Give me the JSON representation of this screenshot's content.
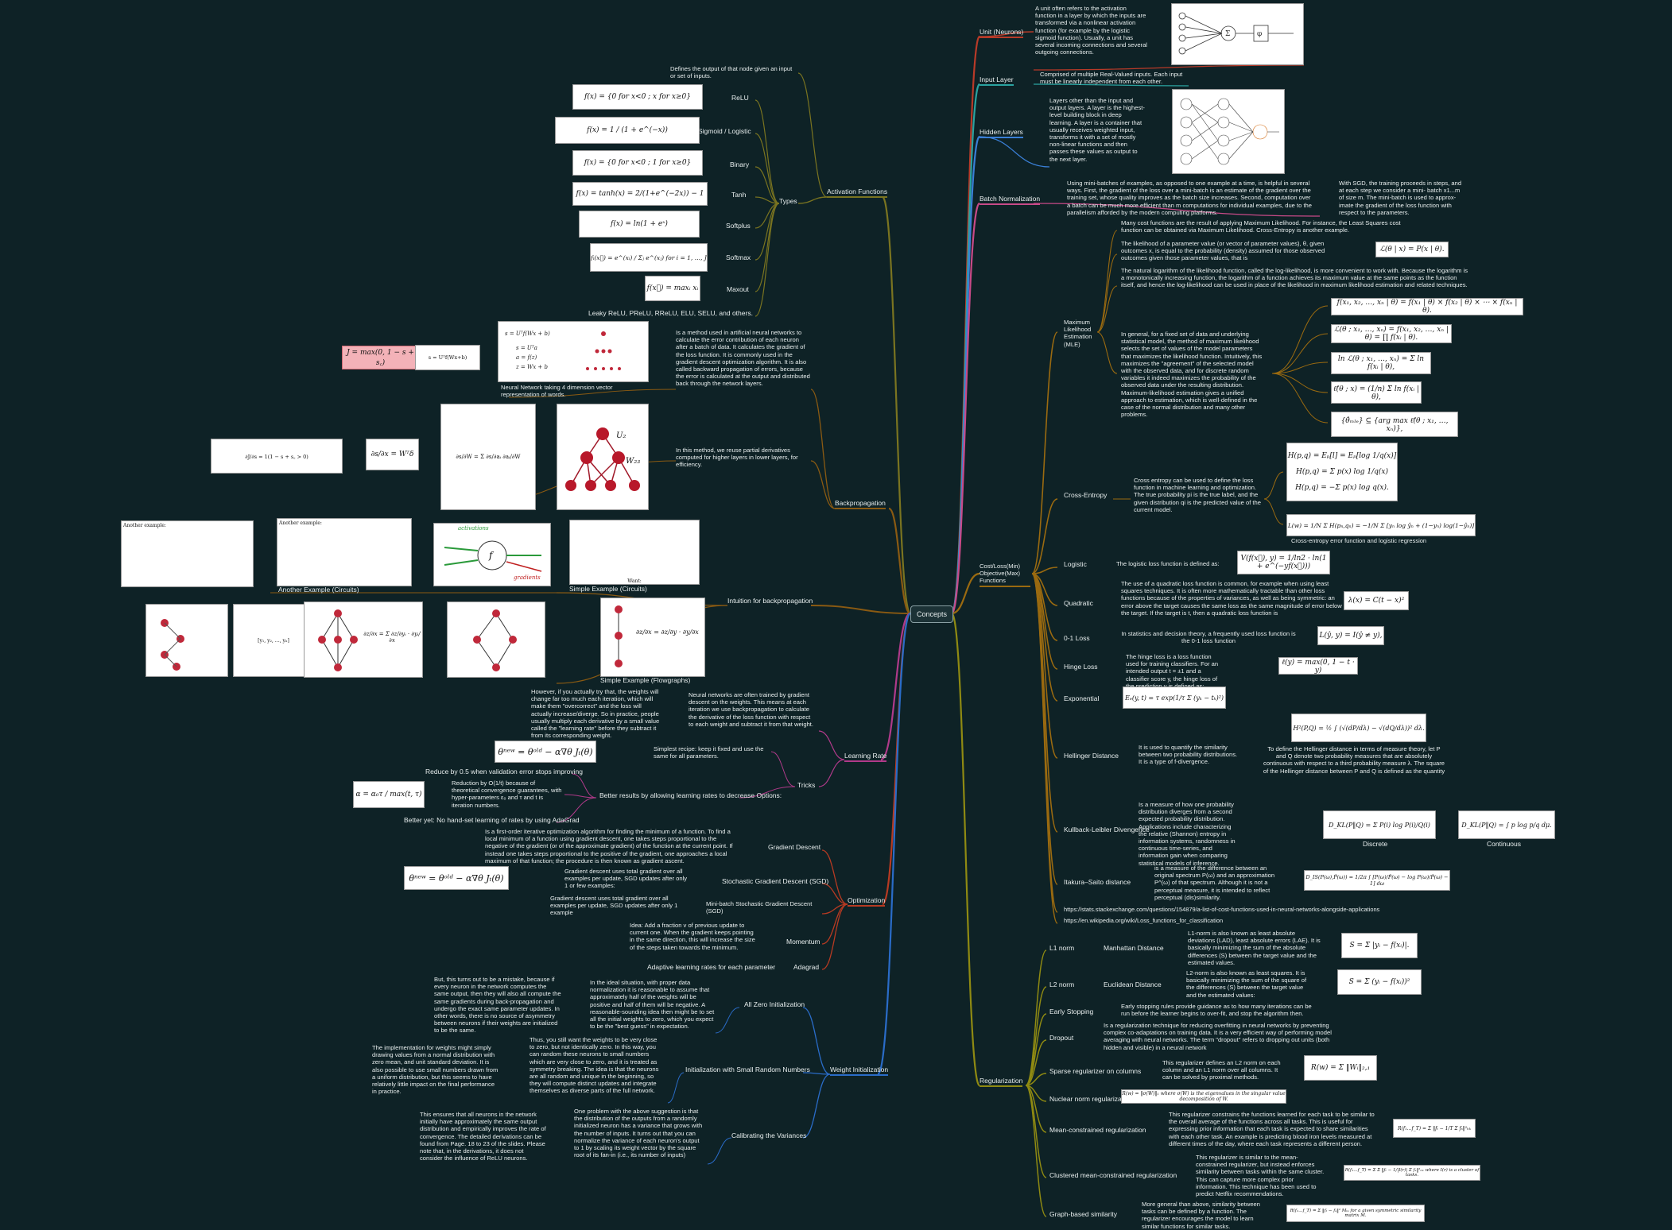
{
  "root": {
    "label": "Concepts"
  },
  "colors": {
    "background": "#0e2226",
    "unit": "#b83a28",
    "input": "#2aa3a0",
    "hidden": "#3a7fd6",
    "batch": "#c84a88",
    "cost": "#9a6a10",
    "regularization": "#8f8a12",
    "activation": "#7a7420",
    "backprop": "#8a5a12",
    "learning": "#b03a8a",
    "optimization": "#b73a22",
    "weights": "#2a6cc8"
  },
  "right": {
    "unit": {
      "label": "Unit (Neurons)",
      "desc": "A unit often refers to the activation function in a layer by which the inputs are transformed via a nonlinear activation function (for example by the logistic sigmoid function). Usually, a unit has several incoming connections and several outgoing connections."
    },
    "input": {
      "label": "Input Layer",
      "desc": "Comprised of multiple Real-Valued inputs. Each input must be linearly independent from each other."
    },
    "hidden": {
      "label": "Hidden Layers",
      "desc": "Layers other than the input and output layers. A layer is the highest-level building block in deep learning. A layer is a container that usually receives weighted input, transforms it with a set of mostly non-linear functions and then passes these values as output to the next layer."
    },
    "batch": {
      "label": "Batch Normalization",
      "desc": "Using mini-batches of examples, as opposed to one example at a time, is helpful in several ways. First, the gradient of the loss over a mini-batch is an estimate of the gradient over the training set, whose quality improves as the batch size increases. Second, computation over a batch can be much more efficient than m computations for individual examples, due to the parallelism afforded by the modern computing platforms.",
      "desc2": "With SGD, the training proceeds in steps, and at each step we consider a mini- batch x1...m of size m. The mini-batch is used to approx- imate the gradient of the loss function with respect to the parameters."
    },
    "cost": {
      "label": "Cost/Loss(Min) Objective(Max) Functions",
      "mle": {
        "label": "Maximum Likelihood Estimation (MLE)",
        "intro": "Many cost functions are the result of applying Maximum Likelihood. For instance, the Least Squares cost function can be obtained via Maximum Likelihood. Cross-Entropy is another example.",
        "likelihood": "The likelihood of a parameter value (or vector of parameter values), θ, given outcomes x, is equal to the probability (density) assumed for those observed outcomes given those parameter values, that is",
        "likelihood_eq": "ℒ(θ | x) = P(x | θ).",
        "log": "The natural logarithm of the likelihood function, called the log-likelihood, is more convenient to work with. Because the logarithm is a monotonically increasing function, the logarithm of a function achieves its maximum value at the same points as the function itself, and hence the log-likelihood can be used in place of the likelihood in maximum likelihood estimation and related techniques.",
        "general": "In general, for a fixed set of data and underlying statistical model, the method of maximum likelihood selects the set of values of the model parameters that maximizes the likelihood function. Intuitively, this maximizes the \"agreement\" of the selected model with the observed data, and for discrete random variables it indeed maximizes the probability of the observed data under the resulting distribution. Maximum-likelihood estimation gives a unified approach to estimation, which is well-defined in the case of the normal distribution and many other problems.",
        "eqs": [
          "f(x₁, x₂, …, xₙ | θ) = f(x₁ | θ) × f(x₂ | θ) × ⋯ × f(xₙ | θ).",
          "ℒ(θ ; x₁, …, xₙ) = f(x₁, x₂, …, xₙ | θ) = ∏ f(xᵢ | θ).",
          "ln ℒ(θ ; x₁, …, xₙ) = Σ ln f(xᵢ | θ),",
          "ℓ̂(θ ; x) = (1/n) Σ ln f(xᵢ | θ),",
          "{θ̂ₘₗₑ} ⊆ {arg max ℓ̂(θ ; x₁, …, xₙ)},"
        ]
      },
      "cross": {
        "label": "Cross-Entropy",
        "desc": "Cross entropy can be used to define the loss function in machine learning and optimization. The true probability pi is the true label, and the given distribution qi is the predicted value of the current model.",
        "eqs": [
          "H(p,q) = Eₚ[l] = Eₚ[log 1/q(x)]",
          "H(p,q) = Σ p(x) log 1/q(x)",
          "H(p,q) = −Σ p(x) log q(x)."
        ],
        "eq2": "L(w) = 1/N Σ H(pₙ,qₙ) = −1/N Σ [yₙ log ŷₙ + (1−yₙ) log(1−ŷₙ)]",
        "caption": "Cross-entropy error function and logistic regression"
      },
      "logistic": {
        "label": "Logistic",
        "desc": "The logistic loss function is defined as:",
        "eq": "V(f(x⃗), y) = 1/ln2 · ln(1 + e^(−yf(x⃗)))"
      },
      "quadratic": {
        "label": "Quadratic",
        "desc": "The use of a quadratic loss function is common, for example when using least squares techniques. It is often more mathematically tractable than other loss functions because of the properties of variances, as well as being symmetric: an error above the target causes the same loss as the same magnitude of error below the target. If the target is t, then a quadratic loss function is",
        "eq": "λ(x) = C(t − x)²"
      },
      "zero_one": {
        "label": "0-1 Loss",
        "desc": "In statistics and decision theory, a frequently used loss function is the 0-1 loss function",
        "eq": "L(ŷ, y) = I(ŷ ≠ y),"
      },
      "hinge": {
        "label": "Hinge Loss",
        "desc": "The hinge loss is a loss function used for training classifiers. For an intended output t = ±1 and a classifier score y, the hinge loss of the prediction y is defined as:",
        "eq": "ℓ(y) = max(0, 1 − t · y)"
      },
      "exponential": {
        "label": "Exponential",
        "eq": "Eₑ(y, t) = τ exp(1/τ Σ (yₖ − tₖ)²)"
      },
      "hellinger": {
        "label": "Hellinger Distance",
        "desc": "It is used to quantify the similarity between two probability distributions. It is a type of f-divergence.",
        "desc2": "To define the Hellinger distance in terms of measure theory, let P and Q denote two probability measures that are absolutely continuous with respect to a third probability measure λ. The square of the Hellinger distance between P and Q is defined as the quantity",
        "eq": "H²(P,Q) = ½ ∫ (√(dP/dλ) − √(dQ/dλ))² dλ."
      },
      "kl": {
        "label": "Kullback-Leibler Divengence",
        "desc": "Is a measure of how one probability distribution diverges from a second expected probability distribution. Applications include characterizing the relative (Shannon) entropy in information systems, randomness in continuous time-series, and information gain when comparing statistical models of inference.",
        "eq_discrete": "D_KL(P‖Q) = Σ P(i) log P(i)/Q(i)",
        "eq_continuous": "D_KL(P‖Q) = ∫ p log p/q dμ.",
        "discrete": "Discrete",
        "continuous": "Continuous"
      },
      "itakura": {
        "label": "Itakura–Saito distance",
        "desc": "is a measure of the difference between an original spectrum P(ω) and an approximation P^(ω) of that spectrum. Although it is not a perceptual measure, it is intended to reflect perceptual (dis)similarity.",
        "eq": "D_IS(P(ω),P̂(ω)) = 1/2π ∫ [P(ω)/P̂(ω) − log P(ω)/P̂(ω) − 1] dω"
      },
      "link1": "https://stats.stackexchange.com/questions/154879/a-list-of-cost-functions-used-in-neural-networks-alongside-applications",
      "link2": "https://en.wikipedia.org/wiki/Loss_functions_for_classification"
    },
    "reg": {
      "label": "Regularization",
      "l1": {
        "label": "L1 norm",
        "sub": "Manhattan Distance",
        "desc": "L1-norm is also known as least absolute deviations (LAD), least absolute errors (LAE). It is basically minimizing the sum of the absolute differences (S) between the target value and the estimated values.",
        "eq": "S = Σ |yᵢ − f(xᵢ)|."
      },
      "l2": {
        "label": "L2 norm",
        "sub": "Euclidean Distance",
        "desc": "L2-norm is also known as least squares. It is basically minimizing the sum of the square of the differences (S) between the target value and the estimated values:",
        "eq": "S = Σ (yᵢ − f(xᵢ))²"
      },
      "early": {
        "label": "Early Stopping",
        "desc": "Early stopping rules provide guidance as to how many iterations can be run before the learner begins to over-fit, and stop the algorithm then."
      },
      "dropout": {
        "label": "Dropout",
        "desc": "Is a regularization technique for reducing overfitting in neural networks by preventing complex co-adaptations on training data. It is a very efficient way of performing model averaging with neural networks. The term \"dropout\" refers to dropping out units (both hidden and visible) in a neural network"
      },
      "sparse": {
        "label": "Sparse regularizer on columns",
        "desc": "This regularizer defines an L2 norm on each column and an L1 norm over all columns. It can be solved by proximal methods.",
        "eq": "R(w) = Σ ‖Wᵢ‖₂,₁"
      },
      "nuclear": {
        "label": "Nuclear norm regularization",
        "eq": "R(w) = ‖σ(W)‖₁ where σ(W) is the eigenvalues in the singular value decomposition of W."
      },
      "mean": {
        "label": "Mean-constrained regularization",
        "desc": "This regularizer constrains the functions learned for each task to be similar to the overall average of the functions across all tasks. This is useful for expressing prior information that each task is expected to share similarities with each other task. An example is predicting blood iron levels measured at different times of the day, where each task represents a different person.",
        "eq": "R(f₁…f_T) = Σ ‖fₜ − 1/T Σ fₛ‖²ₕₖ"
      },
      "clustered": {
        "label": "Clustered mean-constrained regularization",
        "desc": "This regularizer is similar to the mean-constrained regularizer, but instead enforces similarity between tasks within the same cluster. This can capture more complex prior information. This technique has been used to predict Netflix recommendations.",
        "eq": "R(f₁…f_T) = Σ Σ ‖fₜ − 1/|I(r)| Σ fₛ‖²ₕₖ where I(r) is a cluster of tasks."
      },
      "graph": {
        "label": "Graph-based similarity",
        "desc": "More general than above, similarity between tasks can be defined by a function. The regularizer encourages the model to learn similar functions for similar tasks.",
        "eq": "R(f₁…f_T) = Σ ‖fₜ − fₛ‖² Mₜₛ for a given symmetric similarity matrix M."
      }
    }
  },
  "left": {
    "activation": {
      "label": "Activation Functions",
      "desc": "Defines the output of that node given an input or set of inputs.",
      "types_label": "Types",
      "types": [
        {
          "name": "ReLU",
          "eq": "f(x) = {0 for x<0 ; x for x≥0}"
        },
        {
          "name": "Sigmoid / Logistic",
          "eq": "f(x) = 1 / (1 + e^(−x))"
        },
        {
          "name": "Binary",
          "eq": "f(x) = {0 for x<0 ; 1 for x≥0}"
        },
        {
          "name": "Tanh",
          "eq": "f(x) = tanh(x) = 2/(1+e^(−2x)) − 1"
        },
        {
          "name": "Softplus",
          "eq": "f(x) = ln(1 + eˣ)"
        },
        {
          "name": "Softmax",
          "eq": "fᵢ(x⃗) = e^(xᵢ) / Σⱼ e^(xⱼ)  for i = 1, …, J"
        },
        {
          "name": "Maxout",
          "eq": "f(x⃗) = maxᵢ xᵢ"
        }
      ],
      "others": "Leaky ReLU, PReLU, RReLU, ELU, SELU, and others."
    },
    "backprop": {
      "label": "Backpropagation",
      "desc": "Is a method used in artificial neural networks to calculate the error contribution of each neuron after a batch of data. It calculates the gradient of the loss function. It is commonly used in the gradient descent optimization algorithm. It is also called backward propagation of errors, because the error is calculated at the output and distributed back through the network layers.",
      "nn_caption": "Neural Network taking 4 dimension vector representation of words.",
      "pink_eq": "J = max(0, 1 − s + s꜀)",
      "desc2": "In this method, we reuse partial derivatives computed for higher layers in lower layers, for efficiency.",
      "grad_eq": "∂s/∂x = Wᵀδ",
      "u2": "U₂",
      "w23": "W₂₃"
    },
    "intuition": {
      "label": "Intuition for backpropagation",
      "circuits_label": "Another Example (Circuits)",
      "simple_circuits": "Simple Example (Circuits)",
      "flowgraphs": "Simple Example (Flowgraphs)",
      "another_example": "Another example:",
      "eq_chain": "∂z/∂x = ∂z/∂y · ∂y/∂x",
      "eq_sum": "∂z/∂x = Σ ∂z/∂yᵢ · ∂yᵢ/∂x",
      "activations": "activations",
      "gradients": "gradients",
      "want": "Want:"
    },
    "learning": {
      "label": "Learning Rate",
      "desc": "Neural networks are often trained by gradient descent on the weights. This means at each iteration we use backpropagation to calculate the derivative of the loss function with respect to each weight and subtract it from that weight.",
      "however": "However, if you actually try that, the weights will change far too much each iteration, which will make them \"overcorrect\" and the loss will actually increase/diverge. So in practice, people usually multiply each derivative by a small value called the \"learning rate\" before they subtract it from its corresponding weight.",
      "eq": "θⁿᵉʷ = θᵒˡᵈ − α∇θ Jₜ(θ)",
      "tricks": "Tricks",
      "simplest": "Simplest recipe: keep it fixed and use the same for all parameters.",
      "better": "Better results by allowing learning rates to decrease Options:",
      "reduce": "Reduce by 0.5 when validation error stops improving",
      "reduction": "Reduction by O(1/t) because of theoretical convergence guarantees, with hyper-parameters ε₀ and τ and t is iteration numbers.",
      "alpha_eq": "α = α₀τ / max(t, τ)",
      "adagrad": "Better yet: No hand-set learning of rates by using AdaGrad"
    },
    "optimization": {
      "label": "Optimization",
      "gd": {
        "label": "Gradient Descent",
        "desc": "Is a first-order iterative optimization algorithm for finding the minimum of a function. To find a local minimum of a function using gradient descent, one takes steps proportional to the negative of the gradient (or of the approximate gradient) of the function at the current point. If instead one takes steps proportional to the positive of the gradient, one approaches a local maximum of that function; the procedure is then known as gradient ascent."
      },
      "sgd": {
        "label": "Stochastic Gradient Descent (SGD)",
        "desc": "Gradient descent uses total gradient over all examples per update, SGD updates after only 1 or few examples:"
      },
      "eq": "θⁿᵉʷ = θᵒˡᵈ − α∇θ Jₜ(θ)",
      "mini": {
        "label": "Mini-batch Stochastic Gradient Descent (SGD)",
        "desc": "Gradient descent uses total gradient over all examples per update, SGD updates after only 1 example"
      },
      "momentum": {
        "label": "Momentum",
        "desc": "Idea: Add a fraction v of previous update to current one. When the gradient keeps pointing in the same direction, this will increase the size of the steps taken towards the minimum."
      },
      "adagrad": {
        "label": "Adagrad",
        "desc": "Adaptive learning rates for each parameter"
      }
    },
    "weights": {
      "label": "Weight Initialization",
      "zero": {
        "label": "All Zero Initialization",
        "desc": "In the ideal situation, with proper data normalization it is reasonable to assume that approximately half of the weights will be positive and half of them will be negative. A reasonable-sounding idea then might be to set all the initial weights to zero, which you expect to be the \"best guess\" in expectation.",
        "desc2": "But, this turns out to be a mistake, because if every neuron in the network computes the same output, then they will also all compute the same gradients during back-propagation and undergo the exact same parameter updates. In other words, there is no source of asymmetry between neurons if their weights are initialized to be the same."
      },
      "small": {
        "label": "Initialization with Small Random Numbers",
        "desc": "Thus, you still want the weights to be very close to zero, but not identically zero. In this way, you can random these neurons to small numbers which are very close to zero, and it is treated as symmetry breaking. The idea is that the neurons are all random and unique in the beginning, so they will compute distinct updates and integrate themselves as diverse parts of the full network.",
        "desc2": "The implementation for weights might simply drawing values from a normal distribution with zero mean, and unit standard deviation. It is also possible to use small numbers drawn from a uniform distribution, but this seems to have relatively little impact on the final performance in practice."
      },
      "variance": {
        "label": "Calibrating the Variances",
        "desc": "One problem with the above suggestion is that the distribution of the outputs from a randomly initialized neuron has a variance that grows with the number of inputs. It turns out that you can normalize the variance of each neuron's output to 1 by scaling its weight vector by the square root of its fan-in (i.e., its number of inputs)",
        "desc2": "This ensures that all neurons in the network initially have approximately the same output distribution and empirically improves the rate of convergence. The detailed derivations can be found from Page. 18 to 23 of the slides. Please note that, in the derivations, it does not consider the influence of ReLU neurons."
      }
    }
  }
}
